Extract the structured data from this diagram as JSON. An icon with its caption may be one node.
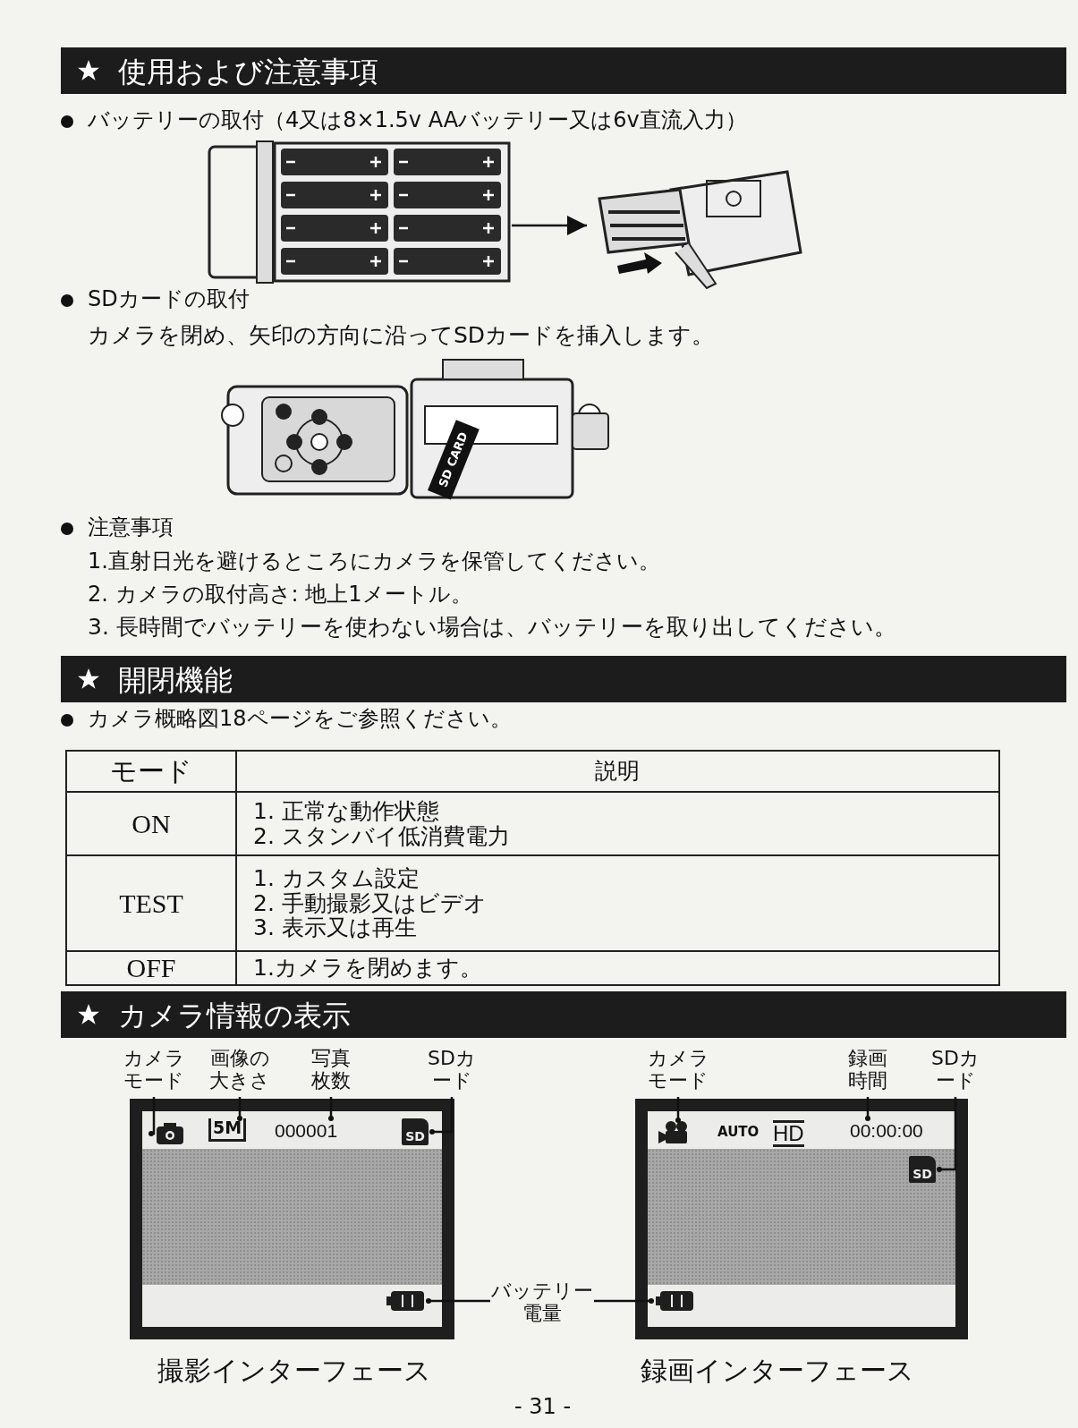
{
  "diagram": {
    "nodes": [
      {
        "text": [
          "カメラモード"
        ]
      },
      {
        "text": [
          "画像の大きさ"
        ]
      },
      {
        "text": [
          "写真枚数"
        ]
      },
      {
        "text": [
          "SDカード"
        ]
      },
      {
        "text": [
          "カメラモード"
        ]
      },
      {
        "text": [
          "録画時間"
        ]
      },
      {
        "text": [
          "SDカード"
        ]
      },
      {
        "text": [],
        "shape": "box"
      },
      {
        "text": [],
        "shape": "picture",
        "in": 7
      },
      {
        "text": [
          "5M"
        ],
        "in": 7
      },
      {
        "text": [
          "000001"
        ],
        "in": 7
      },
      {
        "text": [
          "SD"
        ],
        "in": 7
      },
      {
        "text": [],
        "shape": "picture",
        "in": 7
      },
      {
        "text": [],
        "shape": "box"
      },
      {
        "text": [],
        "shape": "picture",
        "in": 13
      },
      {
        "text": [
          "00:00:00"
        ],
        "in": 13
      },
      {
        "text": [
          "SD"
        ],
        "in": 13
      },
      {
        "text": [],
        "shape": "picture",
        "in": 13
      },
      {
        "text": [
          "バッテリー電量"
        ]
      },
      {
        "text": [],
        "shape": "picture"
      },
      {
        "text": [],
        "shape": "picture"
      }
    ],
    "edges": [
      {
        "from": 0,
        "to": 8,
        "arrow": "other"
      },
      {
        "from": 1,
        "to": 9,
        "arrow": "other"
      },
      {
        "from": 2,
        "to": 10,
        "arrow": "other"
      },
      {
        "from": 3,
        "to": 11,
        "arrow": "other"
      },
      {
        "from": 4,
        "to": 14,
        "arrow": "other"
      },
      {
        "from": 5,
        "to": 15,
        "arrow": "other"
      },
      {
        "from": 6,
        "to": 16,
        "arrow": "other"
      },
      {
        "from": 18,
        "to": 12,
        "arrow": "other"
      },
      {
        "from": 18,
        "to": 17,
        "arrow": "other"
      },
      {
        "from": 19,
        "to": 20,
        "arrow": "to"
      }
    ],
    "labels": [
      "使用および注意事項",
      "バッテリーの取付（4又は8×1.5v AAバッテリー又は6v直流入力）",
      "SDカードの取付",
      "カメラを閉め、矢印の方向に沿ってSDカードを挿入します。",
      "SD CARD",
      "注意事項",
      "1.直射日光を避けるところにカメラを保管してください。",
      "2. カメラの取付高さ: 地上1メートル。",
      "3. 長時間でバッテリーを使わない場合は、バッテリーを取り出してください。",
      "開閉機能",
      "カメラ概略図18ページをご参照ください。",
      "モード",
      "説明",
      "ON",
      "1. 正常な動作状態",
      "2. スタンバイ低消費電力",
      "TEST",
      "1. カスタム設定",
      "2. 手動撮影又はビデオ",
      "3. 表示又は再生",
      "OFF",
      "1.カメラを閉めます。",
      "カメラ情報の表示",
      "AUTO",
      "HD",
      "撮影インターフェース",
      "録画インターフェース",
      "- 31 -"
    ]
  }
}
